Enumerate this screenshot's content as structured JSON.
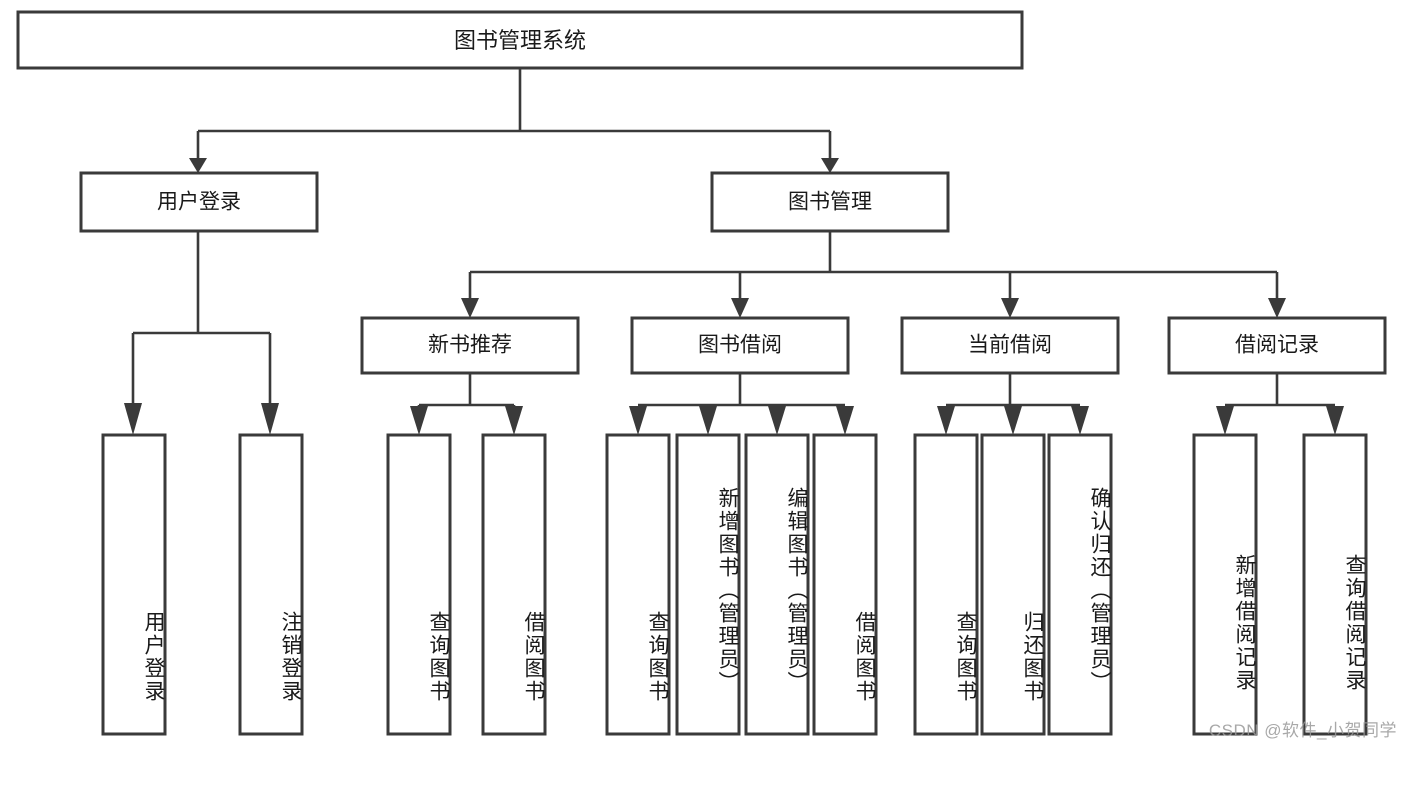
{
  "diagram": {
    "type": "tree",
    "title": "图书管理系统",
    "watermark": "CSDN @软件_小贺同学",
    "root": {
      "id": "root",
      "label": "图书管理系统",
      "orientation": "horizontal"
    },
    "tier2": [
      {
        "id": "user-login",
        "label": "用户登录",
        "orientation": "horizontal"
      },
      {
        "id": "book-manage",
        "label": "图书管理",
        "orientation": "horizontal"
      }
    ],
    "tier3": [
      {
        "id": "new-book-recommend",
        "label": "新书推荐",
        "orientation": "horizontal",
        "parent": "book-manage"
      },
      {
        "id": "book-borrow",
        "label": "图书借阅",
        "orientation": "horizontal",
        "parent": "book-manage"
      },
      {
        "id": "current-borrow",
        "label": "当前借阅",
        "orientation": "horizontal",
        "parent": "book-manage"
      },
      {
        "id": "borrow-record",
        "label": "借阅记录",
        "orientation": "horizontal",
        "parent": "book-manage"
      }
    ],
    "leaves": [
      {
        "id": "leaf-user-login",
        "label": "用户登录",
        "parent": "user-login",
        "orientation": "vertical"
      },
      {
        "id": "leaf-logout",
        "label": "注销登录",
        "parent": "user-login",
        "orientation": "vertical"
      },
      {
        "id": "leaf-query-book-1",
        "label": "查询图书",
        "parent": "new-book-recommend",
        "orientation": "vertical"
      },
      {
        "id": "leaf-borrow-book-1",
        "label": "借阅图书",
        "parent": "new-book-recommend",
        "orientation": "vertical"
      },
      {
        "id": "leaf-query-book-2",
        "label": "查询图书",
        "parent": "book-borrow",
        "orientation": "vertical"
      },
      {
        "id": "leaf-add-book",
        "label": "新增图书（管理员）",
        "parent": "book-borrow",
        "orientation": "vertical"
      },
      {
        "id": "leaf-edit-book",
        "label": "编辑图书（管理员）",
        "parent": "book-borrow",
        "orientation": "vertical"
      },
      {
        "id": "leaf-borrow-book-2",
        "label": "借阅图书",
        "parent": "book-borrow",
        "orientation": "vertical"
      },
      {
        "id": "leaf-query-book-3",
        "label": "查询图书",
        "parent": "current-borrow",
        "orientation": "vertical"
      },
      {
        "id": "leaf-return-book",
        "label": "归还图书",
        "parent": "current-borrow",
        "orientation": "vertical"
      },
      {
        "id": "leaf-confirm-return",
        "label": "确认归还（管理员）",
        "parent": "current-borrow",
        "orientation": "vertical"
      },
      {
        "id": "leaf-add-record",
        "label": "新增借阅记录",
        "parent": "borrow-record",
        "orientation": "vertical"
      },
      {
        "id": "leaf-query-record",
        "label": "查询借阅记录",
        "parent": "borrow-record",
        "orientation": "vertical"
      }
    ],
    "colors": {
      "box_stroke": "#3a3a3a",
      "box_fill": "#ffffff",
      "text": "#1a1a1a",
      "background": "#ffffff",
      "watermark": "#9a9a9a"
    }
  }
}
